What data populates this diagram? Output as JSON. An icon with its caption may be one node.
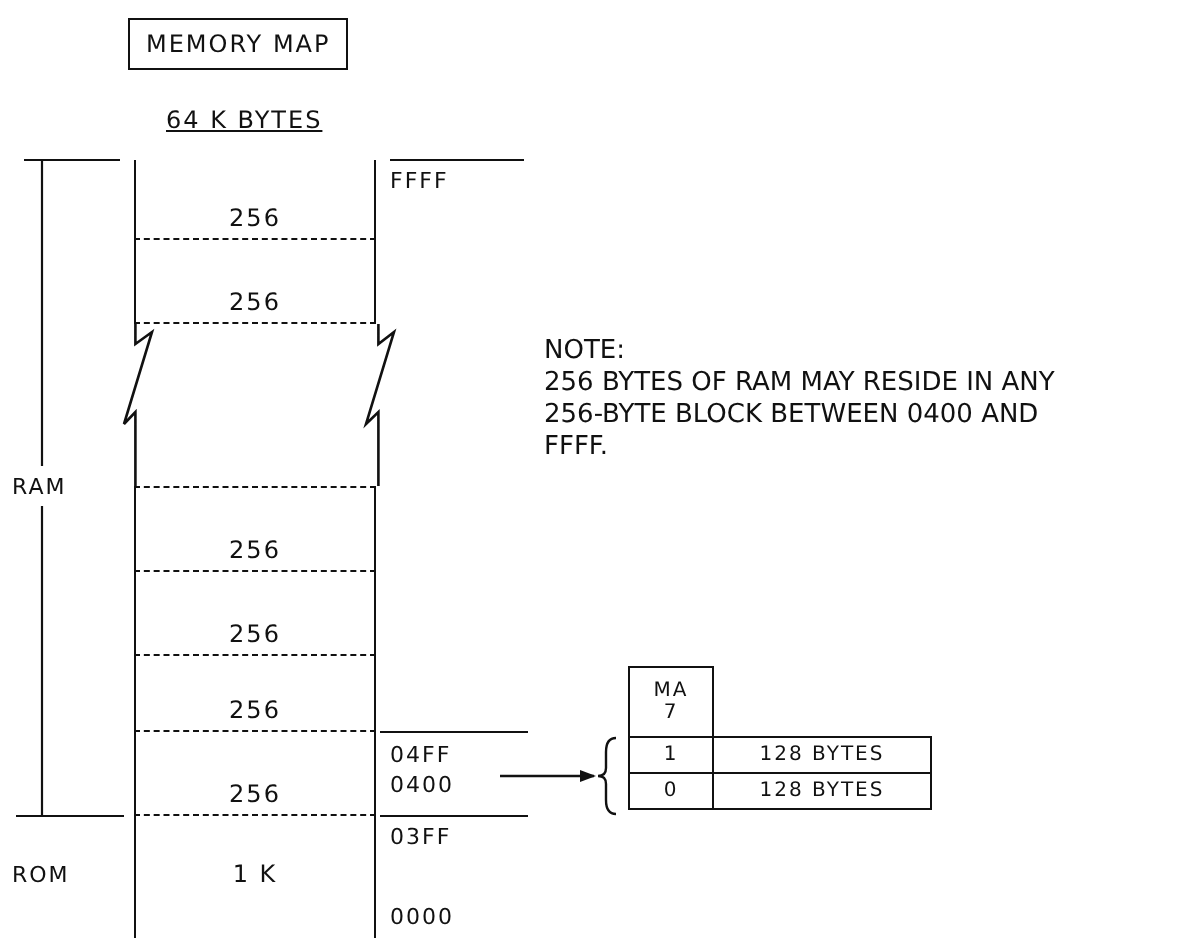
{
  "diagram": {
    "title": "MEMORY MAP",
    "nodes": [
      {
        "text": [
          "256"
        ]
      },
      {
        "text": [
          "256"
        ]
      },
      {
        "text": [
          "256"
        ]
      },
      {
        "text": [
          "256"
        ]
      },
      {
        "text": [
          "256"
        ]
      },
      {
        "text": [
          "256"
        ]
      },
      {
        "text": [
          "1 K"
        ]
      },
      {
        "text": [
          "MA 7",
          "1",
          "128 BYTES",
          "0",
          "128 BYTES"
        ]
      }
    ],
    "edges": [
      {
        "from": null,
        "to": 7,
        "arrow": "to"
      }
    ],
    "labels": [
      "64 K BYTES",
      "FFFF",
      "NOTE:",
      "256 BYTES OF RAM MAY RESIDE IN ANY 256-BYTE BLOCK BETWEEN 0400 AND FFFF.",
      "RAM",
      "04FF",
      "0400",
      "03FF",
      "ROM",
      "0000"
    ]
  }
}
